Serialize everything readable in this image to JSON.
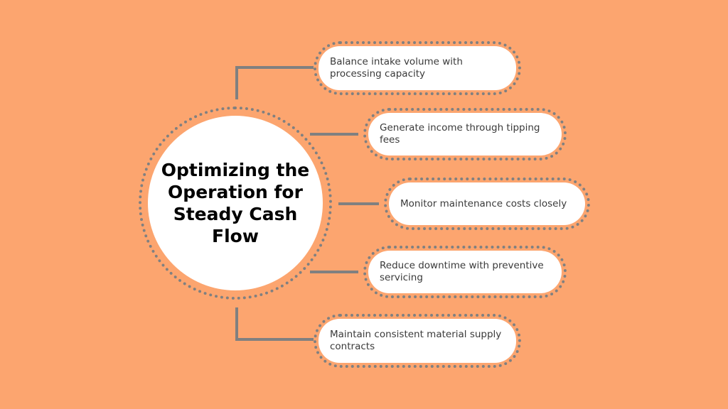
{
  "hub": {
    "title": "Optimizing the Operation for Steady Cash Flow"
  },
  "items": [
    {
      "text": "Balance intake volume with processing capacity"
    },
    {
      "text": "Generate income through tipping fees"
    },
    {
      "text": "Monitor maintenance costs closely"
    },
    {
      "text": "Reduce downtime with preventive servicing"
    },
    {
      "text": "Maintain consistent material supply contracts"
    }
  ],
  "colors": {
    "background": "#fca56f",
    "connector": "#808080",
    "node_fill": "#ffffff",
    "dotted_border": "#808080",
    "title_text": "#000000",
    "item_text": "#3a3a3a"
  }
}
